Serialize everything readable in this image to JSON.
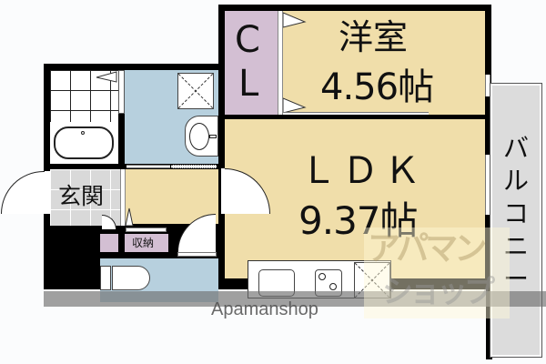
{
  "floorplan": {
    "rooms": {
      "western_room": {
        "name": "洋室",
        "size": "4.56帖"
      },
      "ldk": {
        "name": "ＬＤＫ",
        "size": "9.37帖"
      },
      "closet": {
        "line1": "C",
        "line2": "L"
      },
      "entrance": {
        "name": "玄関"
      },
      "storage": {
        "name": "収納"
      },
      "balcony": {
        "name": "バルコニー"
      }
    },
    "watermark": {
      "text": "Apamanshop",
      "logo_line1": "アパマン",
      "logo_line2": "ショップ"
    },
    "colors": {
      "room": "#f0deaa",
      "closet": "#d3bfd3",
      "wet_area": "#b7d0de",
      "entrance": "#d9d9d9",
      "balcony": "#d9d9d9",
      "wall": "#000000"
    }
  }
}
